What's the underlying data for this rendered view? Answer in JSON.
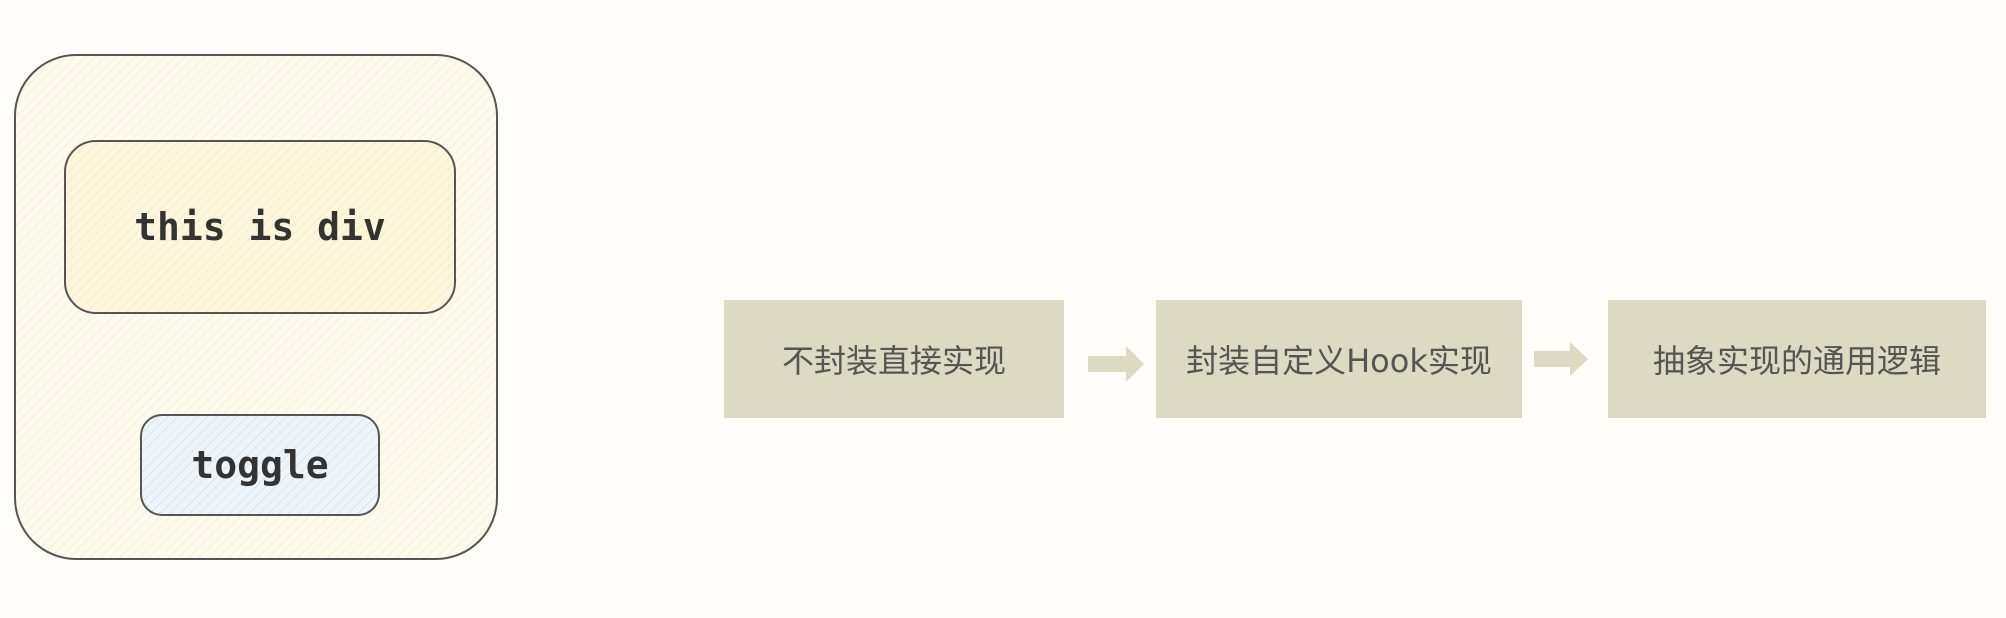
{
  "component": {
    "div_label": "this is div",
    "toggle_label": "toggle"
  },
  "flow": {
    "steps": [
      {
        "label": "不封装直接实现"
      },
      {
        "label": "封装自定义Hook实现"
      },
      {
        "label": "抽象实现的通用逻辑"
      }
    ],
    "arrow_icon": "right-arrow-icon",
    "colors": {
      "step_fill": "#dcdac3",
      "arrow_fill": "#dcdac3",
      "step_text": "#555555"
    }
  }
}
